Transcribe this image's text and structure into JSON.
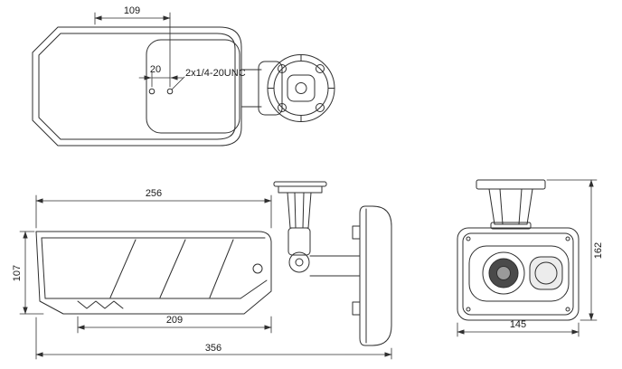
{
  "drawing": {
    "views": {
      "top": {
        "dims": {
          "head_width": "109",
          "hole_spacing": "20"
        },
        "labels": {
          "thread": "2x1/4-20UNC"
        }
      },
      "side": {
        "dims": {
          "body_length": "256",
          "front_height": "107",
          "lower_length": "209",
          "overall_length": "356"
        }
      },
      "front": {
        "dims": {
          "overall_height": "162",
          "overall_width": "145"
        }
      }
    },
    "colors": {
      "line": "#2f2f2f",
      "text": "#1a1a1a",
      "background": "#ffffff"
    }
  }
}
